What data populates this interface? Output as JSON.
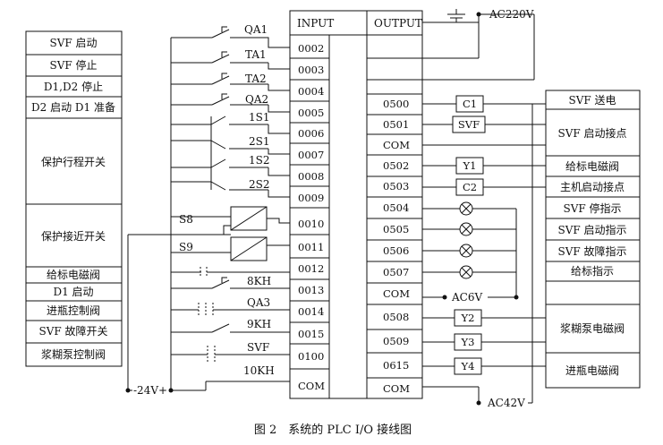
{
  "plc_header": {
    "input": "INPUT",
    "output": "OUTPUT"
  },
  "left_table": [
    "SVF 启动",
    "SVF 停止",
    "D1,D2 停止",
    "D2 启动 D1 准备",
    "保护行程开关",
    "保护接近开关",
    "给标电磁阀",
    "D1 启动",
    "进瓶控制阀",
    "SVF 故障开关",
    "浆糊泵控制阀"
  ],
  "input_devices": [
    "QA1",
    "TA1",
    "TA2",
    "QA2",
    "1S1",
    "2S1",
    "1S2",
    "2S2",
    "S8",
    "S9",
    "8KH",
    "QA3",
    "9KH",
    "SVF",
    "10KH"
  ],
  "input_terminals": [
    "0002",
    "0003",
    "0004",
    "0005",
    "0006",
    "0007",
    "0008",
    "0009",
    "0010",
    "0011",
    "0012",
    "0013",
    "0014",
    "0015",
    "0100",
    "COM"
  ],
  "output_terminals": [
    "0500",
    "0501",
    "COM",
    "0502",
    "0503",
    "0504",
    "0505",
    "0506",
    "0507",
    "COM",
    "0508",
    "0509",
    "0615",
    "COM"
  ],
  "loads": [
    "C1",
    "SVF",
    "Y1",
    "C2",
    "Y2",
    "Y3",
    "Y4"
  ],
  "supplies": {
    "ac220": "AC220V",
    "ac6": "AC6V",
    "ac42": "AC42V",
    "dc24": "-24V+"
  },
  "right_table": [
    "SVF 送电",
    "SVF 启动接点",
    "给标电磁阀",
    "主机启动接点",
    "SVF 停指示",
    "SVF 启动指示",
    "SVF 故障指示",
    "给标指示",
    "",
    "浆糊泵电磁阀",
    "进瓶电磁阀"
  ],
  "caption": "图 2　系统的 PLC I/O 接线图"
}
